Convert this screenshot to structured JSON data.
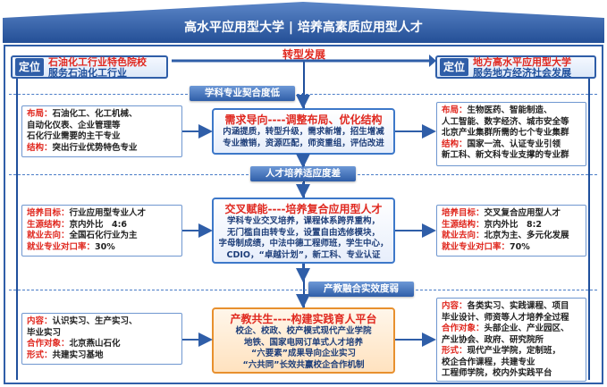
{
  "title": "高水平应用型大学 | 培养高素质应用型人才",
  "left_header": {
    "tag": "定位",
    "line1": "石油化工行业特色院校",
    "line2": "服务石油化工行业"
  },
  "right_header": {
    "tag": "定位",
    "line1": "地方高水平应用型大学",
    "line2": "服务地方经济社会发展"
  },
  "transition_label": "转型发展",
  "gaps": [
    "学科专业契合度低",
    "人才培养适应度差",
    "产教融合实效度弱"
  ],
  "center": [
    {
      "title": "需求导向----调整布局、优化结构",
      "lines": [
        "内涵提质，转型升级，需求新增，招生增减",
        "专业撤销，资源匹配，师资重组，评估改进"
      ]
    },
    {
      "title": "交叉赋能----培养复合应用型人才",
      "lines": [
        "学科专业交叉培养，课程体系跨界重构，",
        "无门槛自由转专业，设置自由选修模块，",
        "字母制成绩，中法中德工程师班，学生中心，",
        "CDIO，“卓越计划”，新工科、专业认证"
      ]
    },
    {
      "title": "产教共生----构建实践育人平台",
      "lines": [
        "校企、校政、校产模式现代产业学院",
        "地铁、国家电网订单式人才培养",
        "“六要素”成果导向企业实习",
        "“六共同”长效共赢校企合作机制"
      ]
    }
  ],
  "left": [
    {
      "items": [
        {
          "k": "布局：",
          "v": "石油化工、化工机械、"
        },
        {
          "k": "",
          "v": "自动化仪表、企业管理等"
        },
        {
          "k": "",
          "v": "石化行业需要的主干专业"
        },
        {
          "k": "结构：",
          "v": "突出行业优势特色专业"
        }
      ]
    },
    {
      "items": [
        {
          "k": "培养目标：",
          "v": "行业应用型专业人才"
        },
        {
          "k": "生源结构：",
          "v": "京内外比　4:6"
        },
        {
          "k": "就业去向：",
          "v": "全国石化行业为主"
        },
        {
          "k": "就业专业对口率：",
          "v": "30%"
        }
      ]
    },
    {
      "items": [
        {
          "k": "内容：",
          "v": "认识实习、生产实习、"
        },
        {
          "k": "",
          "v": "毕业实习"
        },
        {
          "k": "合作对象：",
          "v": "北京燕山石化"
        },
        {
          "k": "形式：",
          "v": "共建实习基地"
        }
      ]
    }
  ],
  "right": [
    {
      "items": [
        {
          "k": "布局：",
          "v": "生物医药、智能制造、"
        },
        {
          "k": "",
          "v": "人工智能、数字经济、城市安全等"
        },
        {
          "k": "",
          "v": "北京产业集群所需的七个专业集群"
        },
        {
          "k": "结构：",
          "v": "国家一流、认证专业引领"
        },
        {
          "k": "",
          "v": "新工科、新文科专业支撑的专业群"
        }
      ]
    },
    {
      "items": [
        {
          "k": "培养目标：",
          "v": "交叉复合应用型人才"
        },
        {
          "k": "生源结构：",
          "v": "京内外比　8:2"
        },
        {
          "k": "就业去向：",
          "v": "北京为主、多元化发展"
        },
        {
          "k": "就业专业对口率：",
          "v": "70%"
        }
      ]
    },
    {
      "items": [
        {
          "k": "内容：",
          "v": "各类实习、实践课程、项目"
        },
        {
          "k": "",
          "v": "毕业设计、师资等人才培养全过程"
        },
        {
          "k": "合作对象：",
          "v": "头部企业、产业园区、"
        },
        {
          "k": "",
          "v": "产业协会、政府、研究院所"
        },
        {
          "k": "形式：",
          "v": "现代产业学院，定制班，"
        },
        {
          "k": "",
          "v": "校企合作课程，共建专业"
        },
        {
          "k": "",
          "v": "工程师学院，校内外实践平台"
        }
      ]
    }
  ],
  "colors": {
    "primary": "#2f5ea8",
    "accent": "#e0281f",
    "orange": "#e8902e"
  }
}
